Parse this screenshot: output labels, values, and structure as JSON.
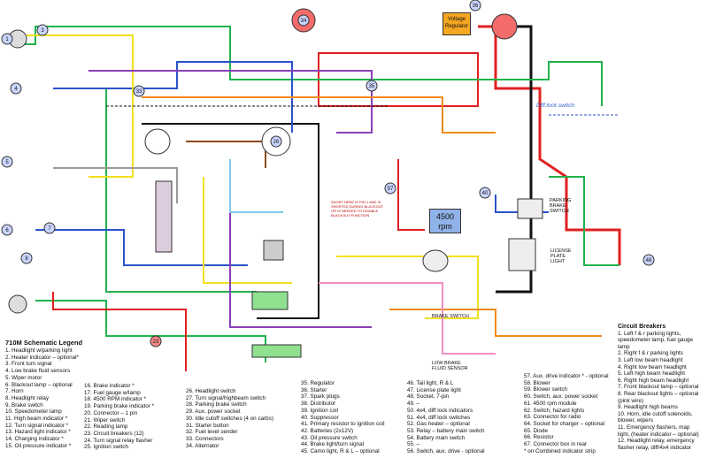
{
  "legend": {
    "title": "710M Schematic Legend",
    "col1": [
      "1. Headlight w/parking light",
      "2. Heater indicator – optional*",
      "3. Front turn signal",
      "4. Low brake fluid sensors",
      "5. Wiper motor",
      "6. Blackout lamp – optional",
      "7. Horn",
      "8. Headlight relay",
      "9. Brake switch",
      "10. Speedometer lamp",
      "11. High beam indicator *",
      "12. Turn signal indicator *",
      "13. Hazard light indicator *",
      "14. Charging indicator *",
      "15. Oil pressure indicator *"
    ],
    "col2": [
      "16. Brake indicator *",
      "17. Fuel gauge w/lamp",
      "18. 4500 RPM indicator *",
      "19. Parking brake indicator *",
      "20. Connector – 1 pin",
      "21. Wiper switch",
      "22. Reading lamp",
      "23. Circuit breakers (12)",
      "24. Turn signal relay flasher",
      "25. Ignition switch"
    ],
    "col3": [
      "26. Headlight switch",
      "27. Turn signal/highbeam switch",
      "28. Parking brake switch",
      "29. Aux. power socket",
      "30. Idle cutoff switches (4 on carbs)",
      "31. Starter button",
      "32. Fuel level sender",
      "33. Connectors",
      "34. Alternator"
    ],
    "col4": [
      "35. Regulator",
      "36. Starter",
      "37. Spark plugs",
      "38. Distributor",
      "39. Ignition coil",
      "40. Suppressor",
      "41. Primary resistor to ignition coil",
      "42. Batteries (2x12V)",
      "43. Oil pressure switch",
      "44. Brake light/turn signal",
      "45. Camo light, R & L – optional"
    ],
    "col5": [
      "46. Tail light, R & L",
      "47. License plate light",
      "48. Socket, 7-pin",
      "49. –",
      "50. 4x4, diff lock indicators",
      "51. 4x4, diff lock switches",
      "52. Gas heater – optional",
      "53. Relay – battery main switch",
      "54. Battery main switch",
      "55. –",
      "56. Switch, aux. drive - optional"
    ],
    "col6": [
      "57. Aux. drive indicator * - optional",
      "58. Blower",
      "59. Blower switch",
      "60. Switch, aux. power socket",
      "61. 4500 rpm module",
      "62. Switch, hazard lights",
      "63. Connector for radio",
      "64. Socket for charger – optional",
      "65. Diode",
      "66. Resistor",
      "67. Connector box in rear",
      "* on Combined indicator strip"
    ]
  },
  "circuit_breakers": {
    "title": "Circuit Breakers",
    "items": [
      "1. Left f & r parking lights,",
      "speedometer lamp, fuel gauge",
      "lamp",
      "2. Right f & r parking lights",
      "3. Left low beam headlight",
      "4. Right low beam headlight",
      "5. Left high beam headlight",
      "6. Right high beam headlight",
      "7. Front blackout lamp – optional",
      "8. Rear blackout lights – optional",
      "(pink wire)",
      "9. Headlight high beams",
      "10. Horn, idle cutoff solenoids,",
      "blower, wipers",
      "11. Emergency flashers, map",
      "light, (heater indicator – optional)",
      "12. Headlight relay, emergency",
      "flasher relay, diff/4x4 indicator"
    ]
  },
  "labels": {
    "voltage_regulator": "Voltage Regulator",
    "rpm": "4500 rpm",
    "diff_lock": "Diff.lock switch",
    "parking_brake": "PARKING BRAKE SWITCH",
    "license": "LICENSE PLATE LIGHT",
    "brake_switch": "BRAKE SWITCH",
    "low_brake": "LOW BRAKE FLUID SENSOR",
    "shunt": "SHORT HERE IS PIN 1 AND IS SHORTED DURING BLACKOUT OR IS NEEDED TO DISABLE BLACKOUT FUNCTION"
  },
  "colors": {
    "red": "#e02020",
    "green": "#22b24c",
    "blue": "#2a52c9",
    "yellow": "#f1e01f",
    "black": "#111111",
    "purple": "#8a3fb8",
    "orange": "#f28a1e",
    "brown": "#8b4a1c",
    "pink": "#f08fc0",
    "gray": "#9a9a9a",
    "lightblue": "#7fc8ea"
  }
}
